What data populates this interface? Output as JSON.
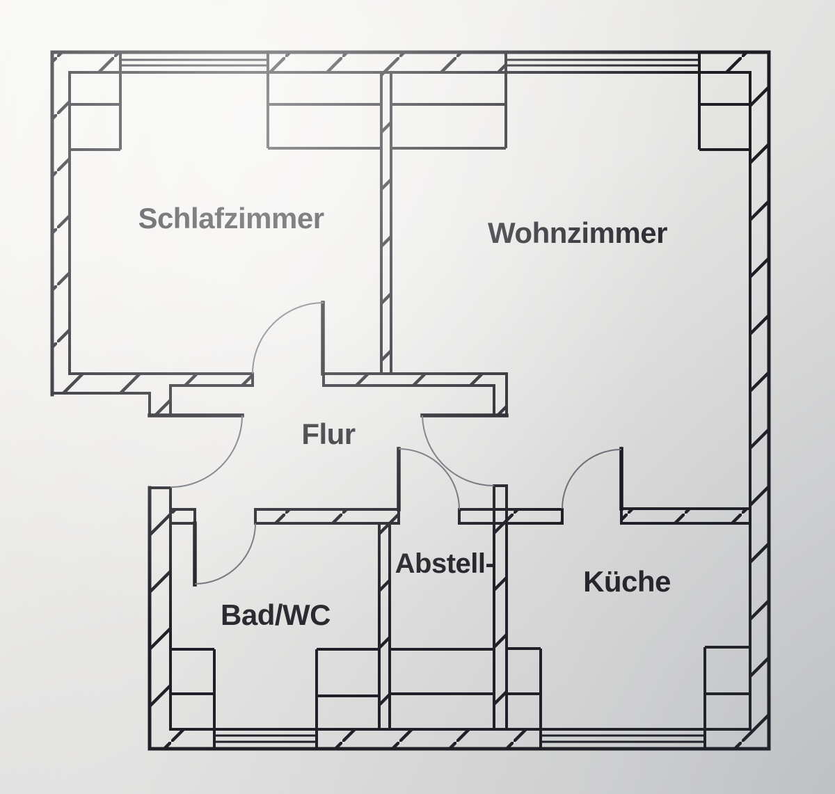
{
  "floorplan": {
    "type": "apartment-floor-plan",
    "rooms": [
      {
        "id": "schlafzimmer",
        "label": "Schlafzimmer"
      },
      {
        "id": "wohnzimmer",
        "label": "Wohnzimmer"
      },
      {
        "id": "flur",
        "label": "Flur"
      },
      {
        "id": "bad-wc",
        "label": "Bad/WC"
      },
      {
        "id": "abstellraum",
        "label": "Abstell-"
      },
      {
        "id": "kueche",
        "label": "Küche"
      }
    ],
    "features": {
      "doors": [
        "entrance-door",
        "schlafzimmer-door",
        "wohnzimmer-door",
        "abstellraum-door",
        "kueche-door",
        "bad-wc-door"
      ],
      "windows": [
        "schlafzimmer-window-top",
        "wohnzimmer-window-top",
        "bad-wc-window-bottom",
        "kueche-window-bottom"
      ]
    },
    "colors": {
      "wall_line": "#1d1d24",
      "door_swing_arc": "#70707a",
      "label_text": "#232329",
      "paper_light": "#f7f6f3",
      "paper_dark": "#d2d3d5"
    }
  }
}
